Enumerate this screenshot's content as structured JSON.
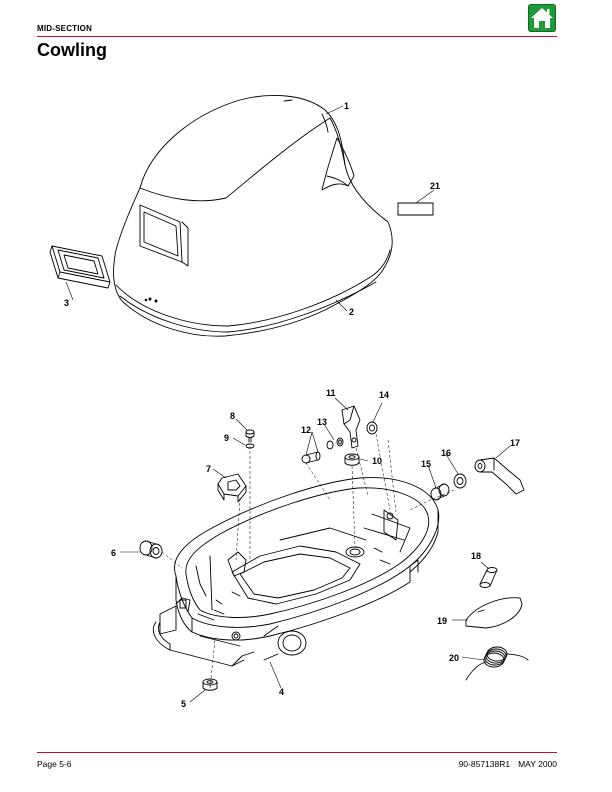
{
  "header": {
    "section": "MID-SECTION",
    "title": "Cowling",
    "home_icon": "home-icon",
    "accent_color": "#c8102e",
    "home_color": "#1f9a3a"
  },
  "footer": {
    "page": "Page 5-6",
    "doc_number": "90-857138R1",
    "date": "MAY 2000"
  },
  "callouts": {
    "c1": "1",
    "c2": "2",
    "c3": "3",
    "c4": "4",
    "c5": "5",
    "c6": "6",
    "c7": "7",
    "c8": "8",
    "c9": "9",
    "c10": "10",
    "c11": "11",
    "c12": "12",
    "c13": "13",
    "c14": "14",
    "c15": "15",
    "c16": "16",
    "c17": "17",
    "c18": "18",
    "c19": "19",
    "c20": "20",
    "c21": "21"
  }
}
